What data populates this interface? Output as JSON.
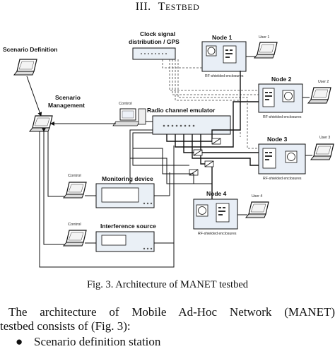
{
  "section": {
    "number": "III.",
    "title_first": "T",
    "title_rest": "ESTBED"
  },
  "diagram": {
    "scenario_definition": "Scenario Definition",
    "scenario_management_1": "Scenario",
    "scenario_management_2": "Management",
    "clock_1": "Clock signal",
    "clock_2": "distribution / GPS",
    "node1": "Node 1",
    "node2": "Node 2",
    "node3": "Node 3",
    "node4": "Node 4",
    "user1": "User 1",
    "user2": "User 2",
    "user3": "User 3",
    "user4": "User 4",
    "rf_enclosure": "RF-shielded enclosures",
    "control": "Control",
    "radio_emulator": "Radio channel emulator",
    "monitoring_device": "Monitoring device",
    "interference_source": "Interference source"
  },
  "caption": "Fig. 3. Architecture of MANET testbed",
  "body_line_1": "The architecture of Mobile Ad-Hoc Network (MANET)",
  "body_line_2": "testbed consists of (Fig. 3):",
  "bullet_1": "Scenario definition station"
}
